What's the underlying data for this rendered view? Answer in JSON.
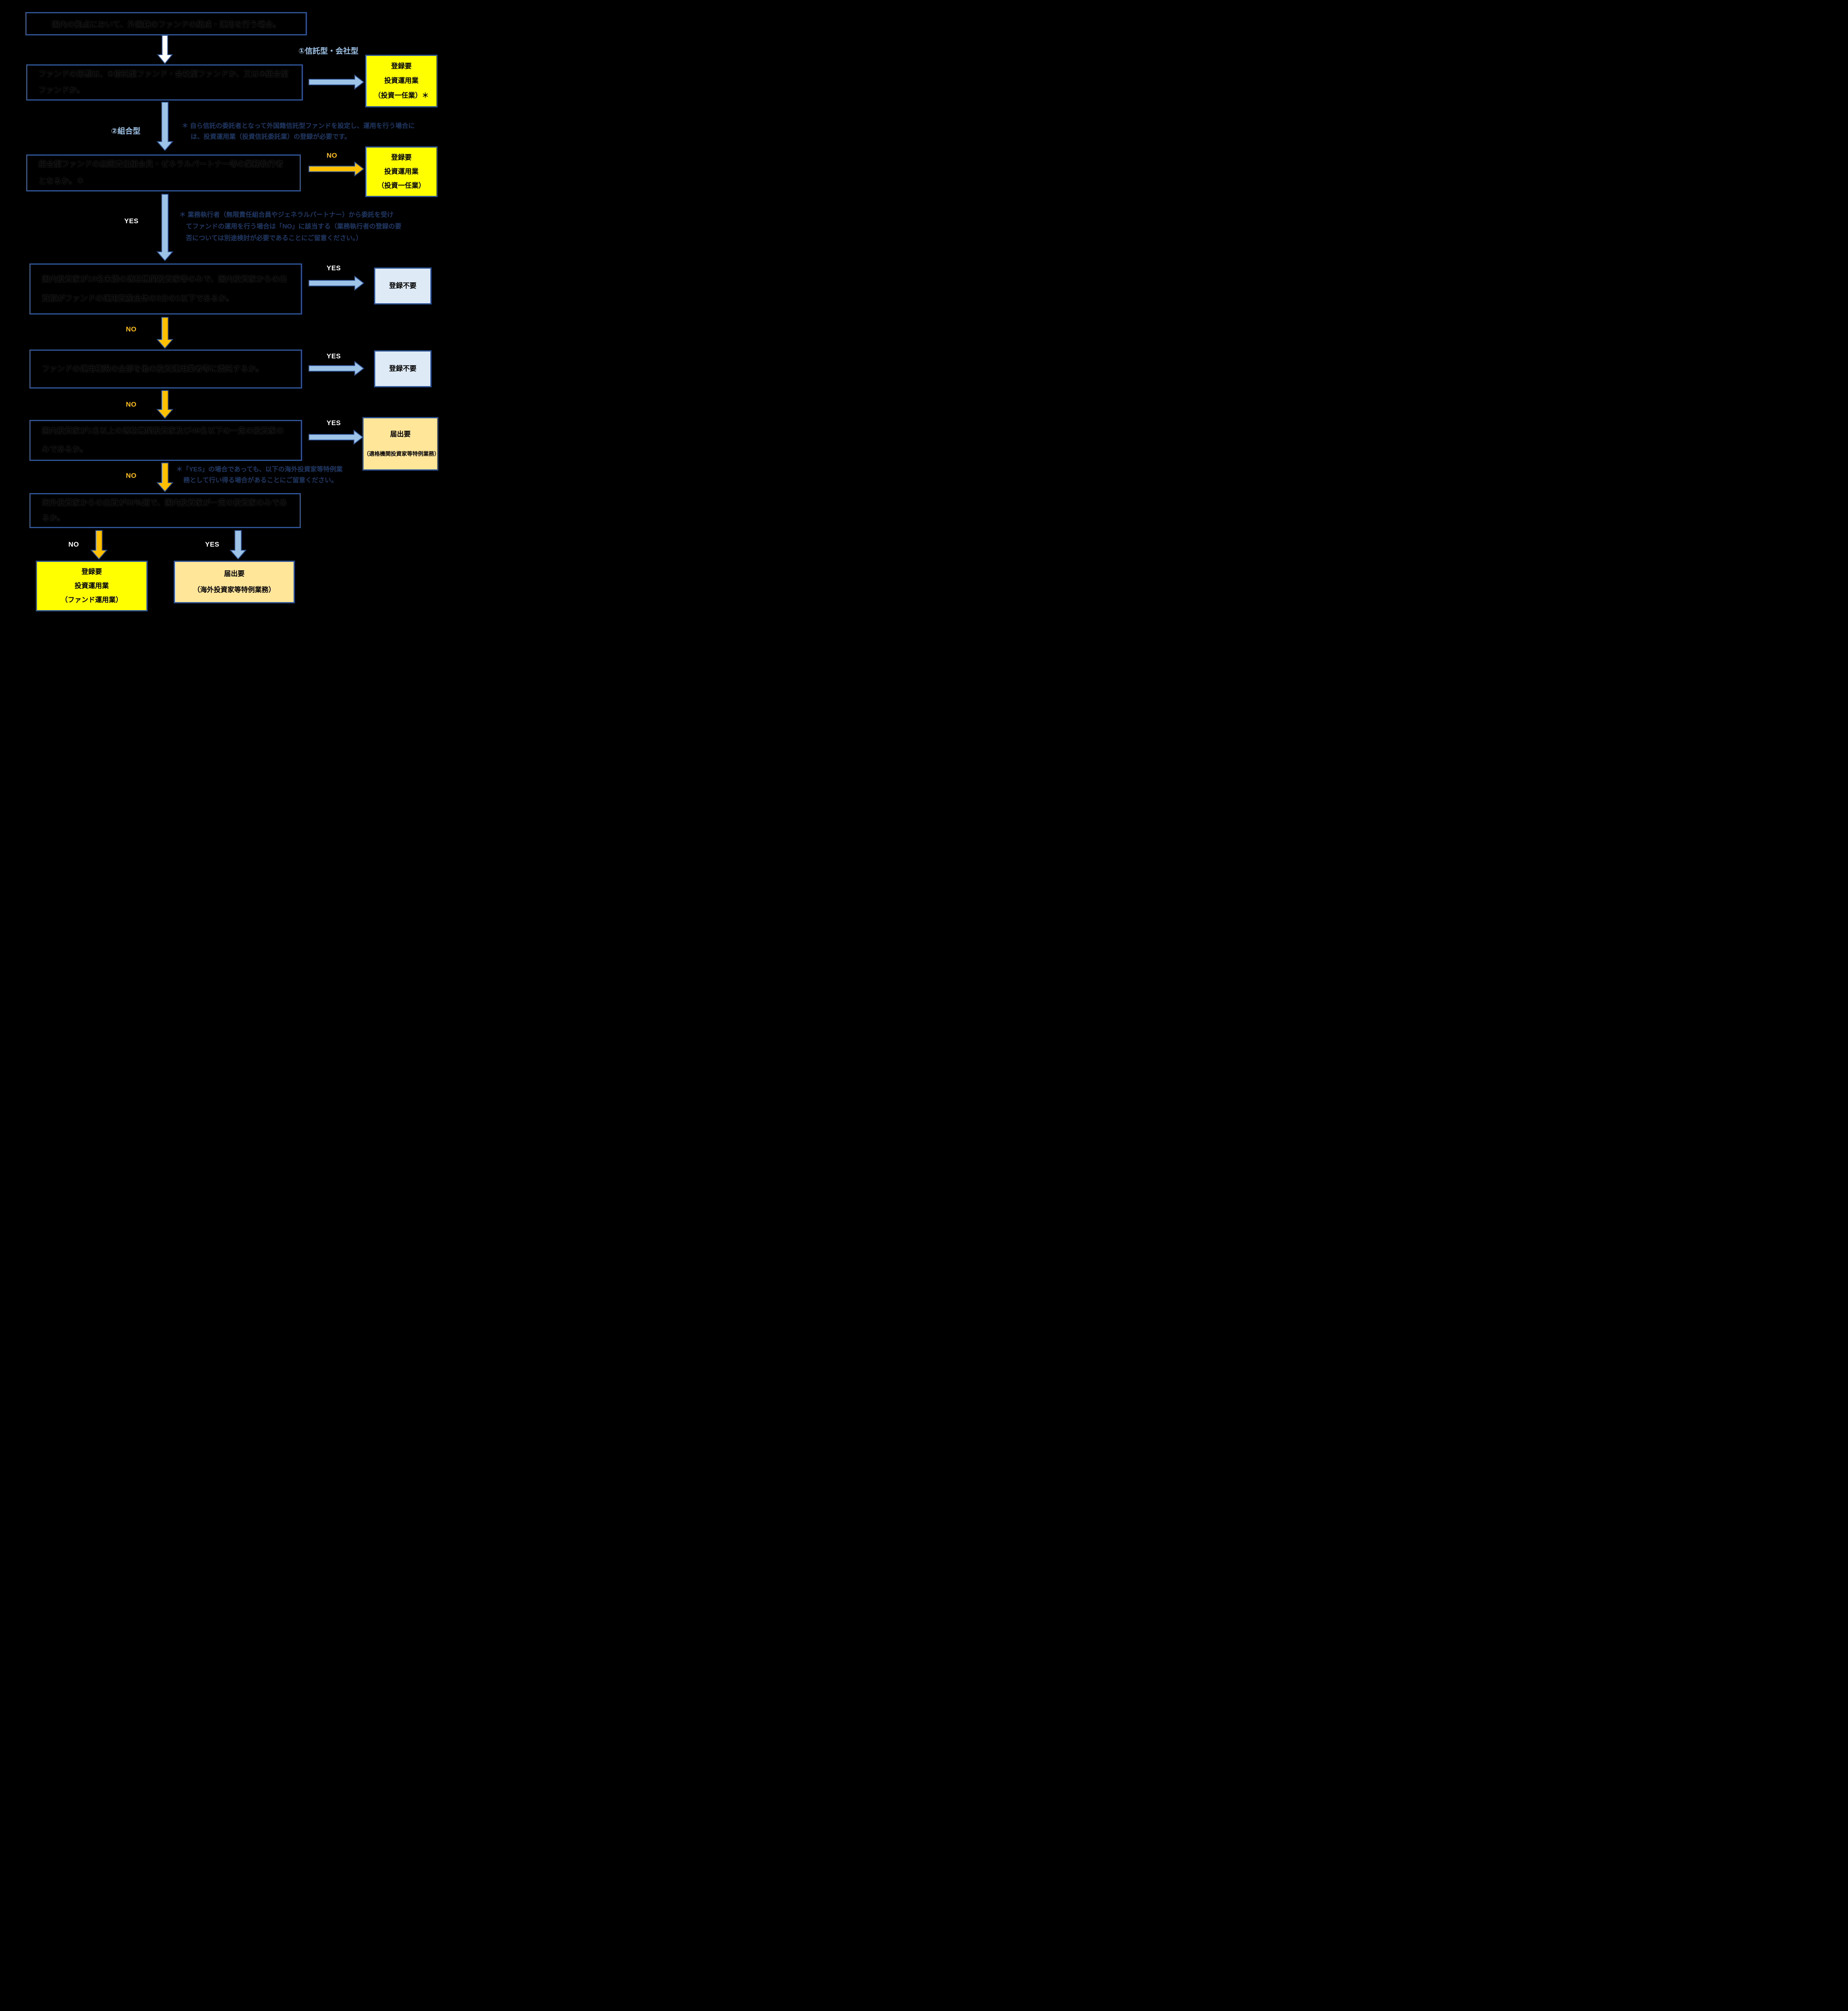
{
  "flow": {
    "start": "国内の拠点において、外国籍のファンドの組成・運用を行う場合。",
    "form": "ファンドの形態は、①信託型ファンド・会社型ファンドか、又は②組合型ファンドか。",
    "gp": "組合型ファンドの無限責任組合員・ゼネラルパートナー等の業務執行者となるか。＊",
    "qii": "国内投資家が10名未満の適格機関投資家等のみで、国内投資家からの出資額がファンドの運用資産全体の3分の1以下であるか。",
    "delegate": "ファンドの運用権限の全部を他の投資運用業者等に委託するか。",
    "qii49": "国内投資家が1名以上の適格機関投資家及び49名以下の一定の投資家のみであるか。",
    "foreign": "海外投資家からの出資が50％超で、国内投資家が一定の投資家のみであるか。"
  },
  "labels": {
    "branch1": "①信託型・会社型",
    "branch2": "②組合型",
    "yes": "YES",
    "no": "NO"
  },
  "notes": {
    "trust": [
      "＊ 自ら信託の委託者となって外国籍信託型ファンドを設定し、運用を行う場合に",
      "は、投資運用業（投資信託委託業）の登録が必要です。"
    ],
    "gp": [
      "＊ 業務執行者（無限責任組合員やジェネラルパートナー）から委託を受け",
      "てファンドの運用を行う場合は「NO」に該当する（業務執行者の登録の要",
      "否については別途検討が必要であることにご留意ください。）"
    ],
    "yes_case": [
      "＊「YES」の場合であっても、以下の海外投資家等特例業",
      "務として行い得る場合があることにご留意ください。"
    ]
  },
  "results": {
    "ichinin_ast": [
      "登録要",
      "投資運用業",
      "（投資一任業）＊"
    ],
    "ichinin": [
      "登録要",
      "投資運用業",
      "（投資一任業）"
    ],
    "no_reg": "登録不要",
    "todokede_qii": [
      "届出要",
      "（適格機関投資家等特例業務）"
    ],
    "fund_mgmt": [
      "登録要",
      "投資運用業",
      "（ファンド運用業）"
    ],
    "todokede_foreign": [
      "届出要",
      "（海外投資家等特例業務）"
    ]
  },
  "colors": {
    "background": "#000000",
    "box_border": "#2F5597",
    "light_blue_arrow": "#9DC3E6",
    "orange_arrow": "#FFC000",
    "white_arrow": "#FFFFFF",
    "yellow_box": "#FFFF00",
    "light_blue_box": "#DEEAF6",
    "cream_box": "#FFE699",
    "note_text": "#1F3864",
    "branch_label": "#9DC3E6",
    "yes_label": "#FFFFFF",
    "no_label": "#FFC000"
  }
}
